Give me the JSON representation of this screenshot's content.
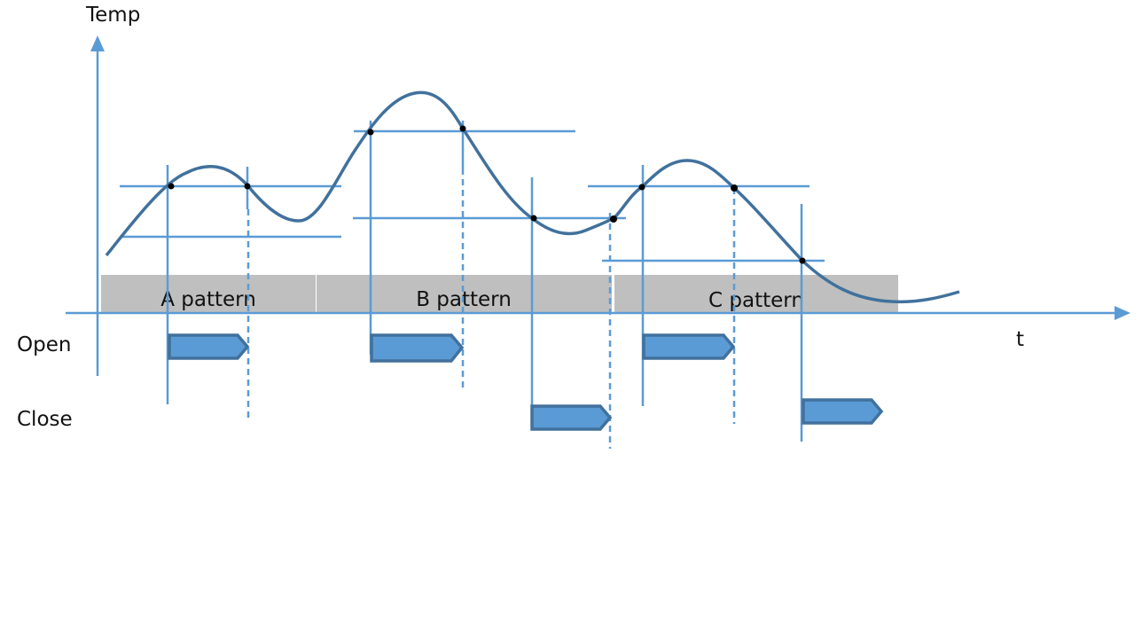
{
  "axes": {
    "y_label": "Temp",
    "x_label": "t"
  },
  "rows": {
    "open_label": "Open",
    "close_label": "Close"
  },
  "patterns": [
    {
      "name": "A pattern"
    },
    {
      "name": "B pattern"
    },
    {
      "name": "C pattern"
    }
  ],
  "colors": {
    "axis": "#5b9bd5",
    "curve": "#41719c",
    "threshold": "#5b9bd5",
    "band": "#bfbfbf",
    "arrow_fill": "#5b9bd5",
    "arrow_stroke": "#41719c",
    "point": "#000000"
  }
}
